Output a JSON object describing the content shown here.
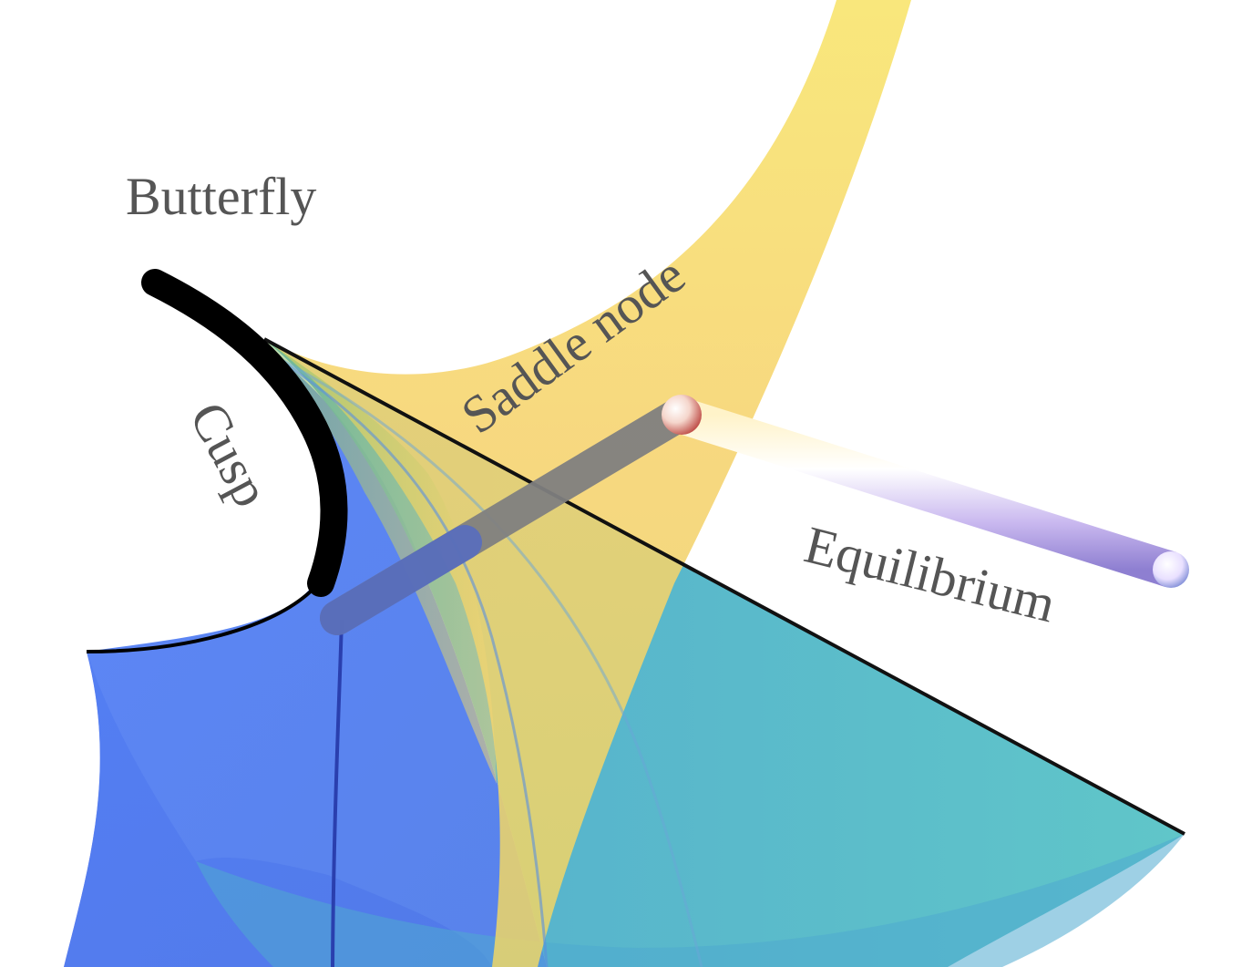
{
  "labels": {
    "butterfly": "Butterfly",
    "cusp": "Cusp",
    "saddle_node": "Saddle node",
    "equilibrium": "Equilibrium"
  },
  "colors": {
    "label_text": "#555555",
    "saddle_node_surface": "#f5d64a",
    "equilibrium_surface": "#3fb0b8",
    "blue_sheet": "#3f6ff5",
    "violet_sheet": "#8c86e8",
    "butterfly_curve": "#000000",
    "cusp_curve": "#000000"
  }
}
